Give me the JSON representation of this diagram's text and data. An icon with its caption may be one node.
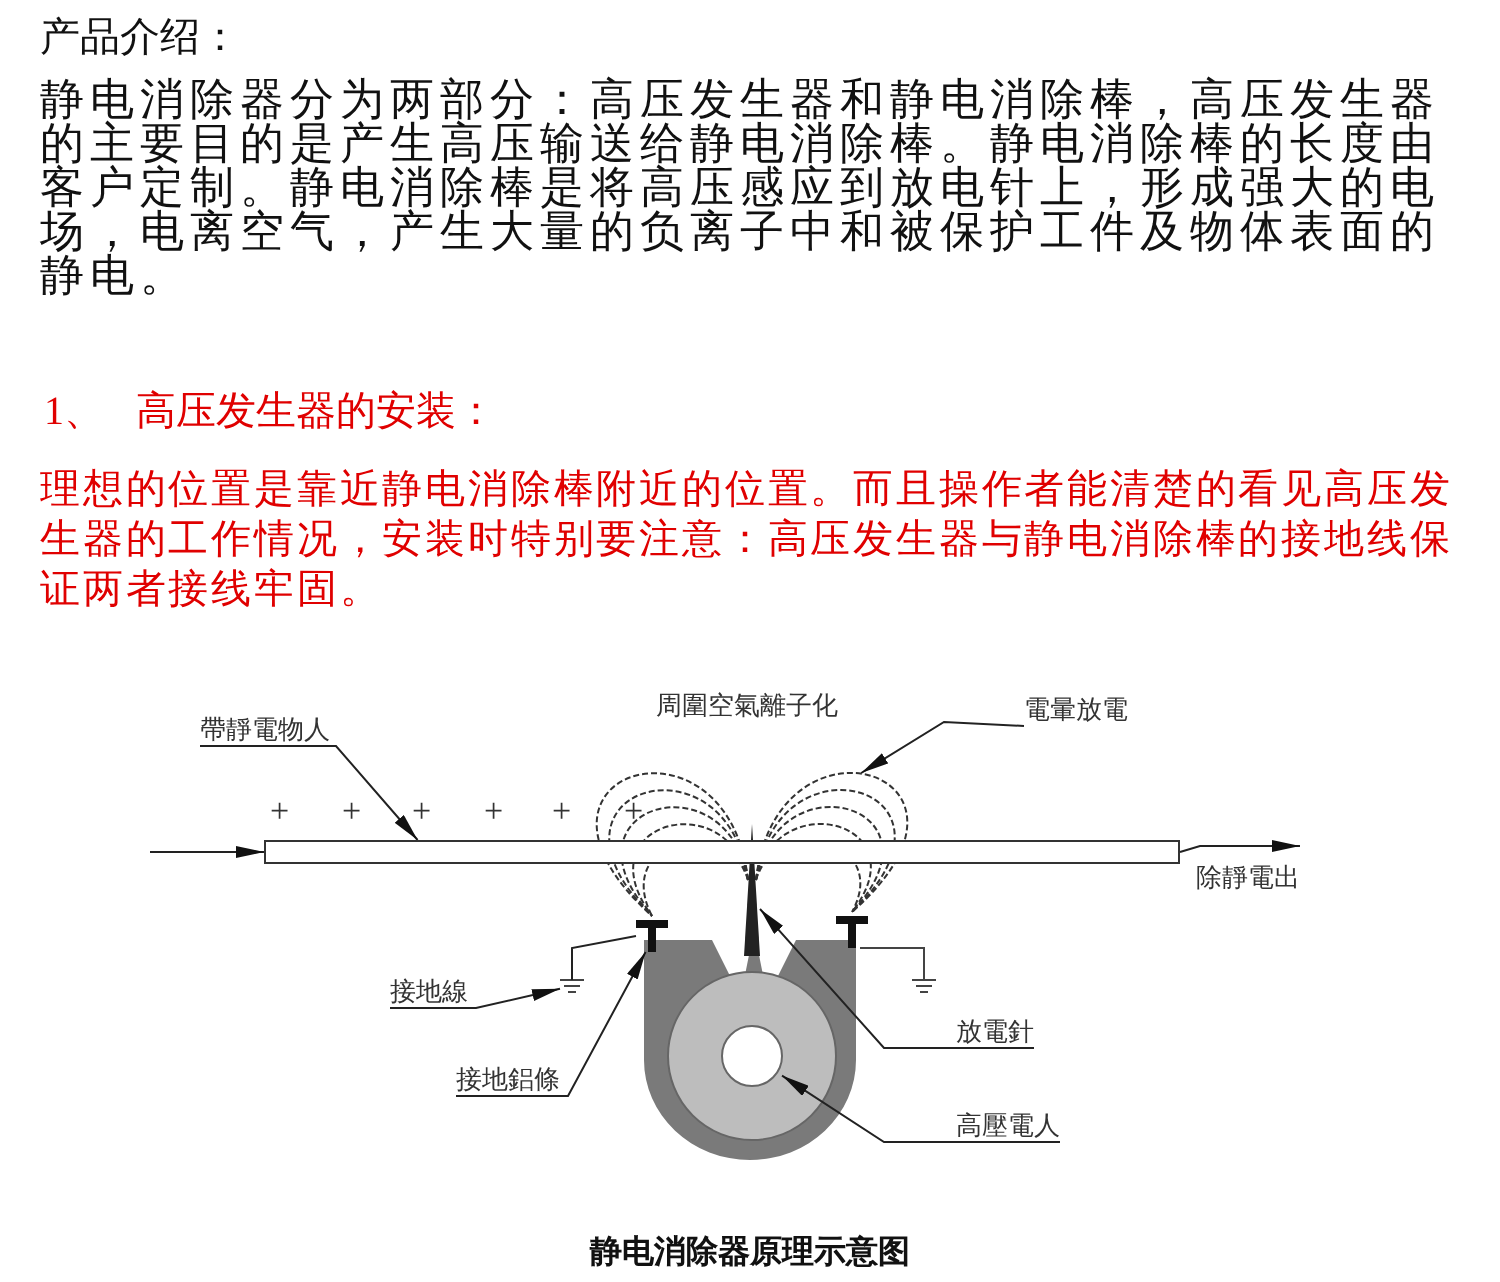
{
  "diagram": {
    "title": "产品介绍：",
    "caption": "静电消除器原理示意图",
    "nodes": [
      {
        "text": [
          "帶靜電物人"
        ]
      },
      {
        "text": [
          "電暈放電"
        ]
      },
      {
        "text": [
          "接地線"
        ]
      },
      {
        "text": [
          "接地鋁條"
        ]
      },
      {
        "text": [
          "放電針"
        ]
      },
      {
        "text": [
          "高壓電人"
        ]
      },
      {
        "text": [],
        "shape": "bar"
      },
      {
        "text": [],
        "shape": "picture"
      },
      {
        "text": [],
        "shape": "picture"
      },
      {
        "text": [],
        "shape": "picture"
      },
      {
        "text": [],
        "shape": "picture"
      },
      {
        "text": [],
        "shape": "circle"
      },
      {
        "text": [
          "除靜電出"
        ]
      }
    ],
    "edges": [
      {
        "from": 0,
        "to": 6,
        "arrow": "to"
      },
      {
        "from": 1,
        "to": 7,
        "arrow": "to"
      },
      {
        "from": 2,
        "to": 8,
        "arrow": "to"
      },
      {
        "from": 3,
        "to": 9,
        "arrow": "to"
      },
      {
        "from": 4,
        "to": 10,
        "arrow": "to"
      },
      {
        "from": 5,
        "to": 11,
        "arrow": "to"
      },
      {
        "from": null,
        "to": 6,
        "arrow": "to"
      },
      {
        "from": 6,
        "to": 12,
        "arrow": "to"
      },
      {
        "from": 9,
        "to": 8,
        "arrow": "none"
      }
    ],
    "labels": [
      "静电消除器分为两部分：高压发生器和静电消除棒，高压发生器的主要目的是产生高压输送给静电消除棒。静电消除棒的长度由客户定制。静电消除棒是将高压感应到放电针上，形成强大的电场，电离空气，产生大量的负离子中和被保护工件及物体表面的静电。",
      "1、",
      "高压发生器的安装：",
      "理想的位置是靠近静电消除棒附近的位置。而且操作者能清楚的看见高压发生器的工作情况，安装时特别要注意：高压发生器与静电消除棒的接地线保证两者接线牢固。",
      "周圍空氣離子化",
      "+",
      "+",
      "+",
      "+",
      "+",
      "+"
    ]
  }
}
